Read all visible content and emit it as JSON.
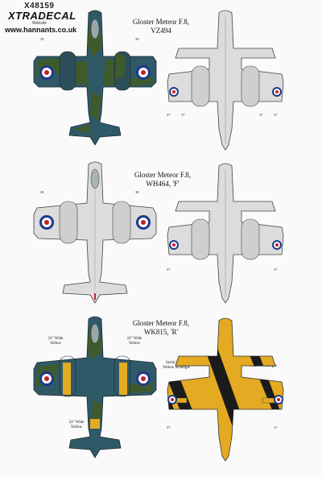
{
  "header": {
    "code": "X48159",
    "brand": "XTRADECAL",
    "sub": "Website",
    "website": "www.hannants.co.uk"
  },
  "profiles": [
    {
      "title": "Gloster Meteor F.8,",
      "serial": "VZ494"
    },
    {
      "title": "Gloster Meteor F.8,",
      "serial": "WH464, 'F'"
    },
    {
      "title": "Gloster Meteor F.8,",
      "serial": "WK815, 'R'"
    }
  ],
  "notes": {
    "wide_yellow": "24\" Wide Yellow",
    "serial_rect": "Serial nbs on Yellow rectangle"
  },
  "callouts": {
    "n37": "37",
    "n39": "39",
    "n38": "38"
  },
  "colors": {
    "sea_grey": "#2f5967",
    "dark_green": "#3f5b2c",
    "silver": "#d9d9d9",
    "yellow": "#e3aa22",
    "black": "#1b1b1b",
    "roundel_red": "#c42127",
    "roundel_blue": "#1d3a8a"
  }
}
